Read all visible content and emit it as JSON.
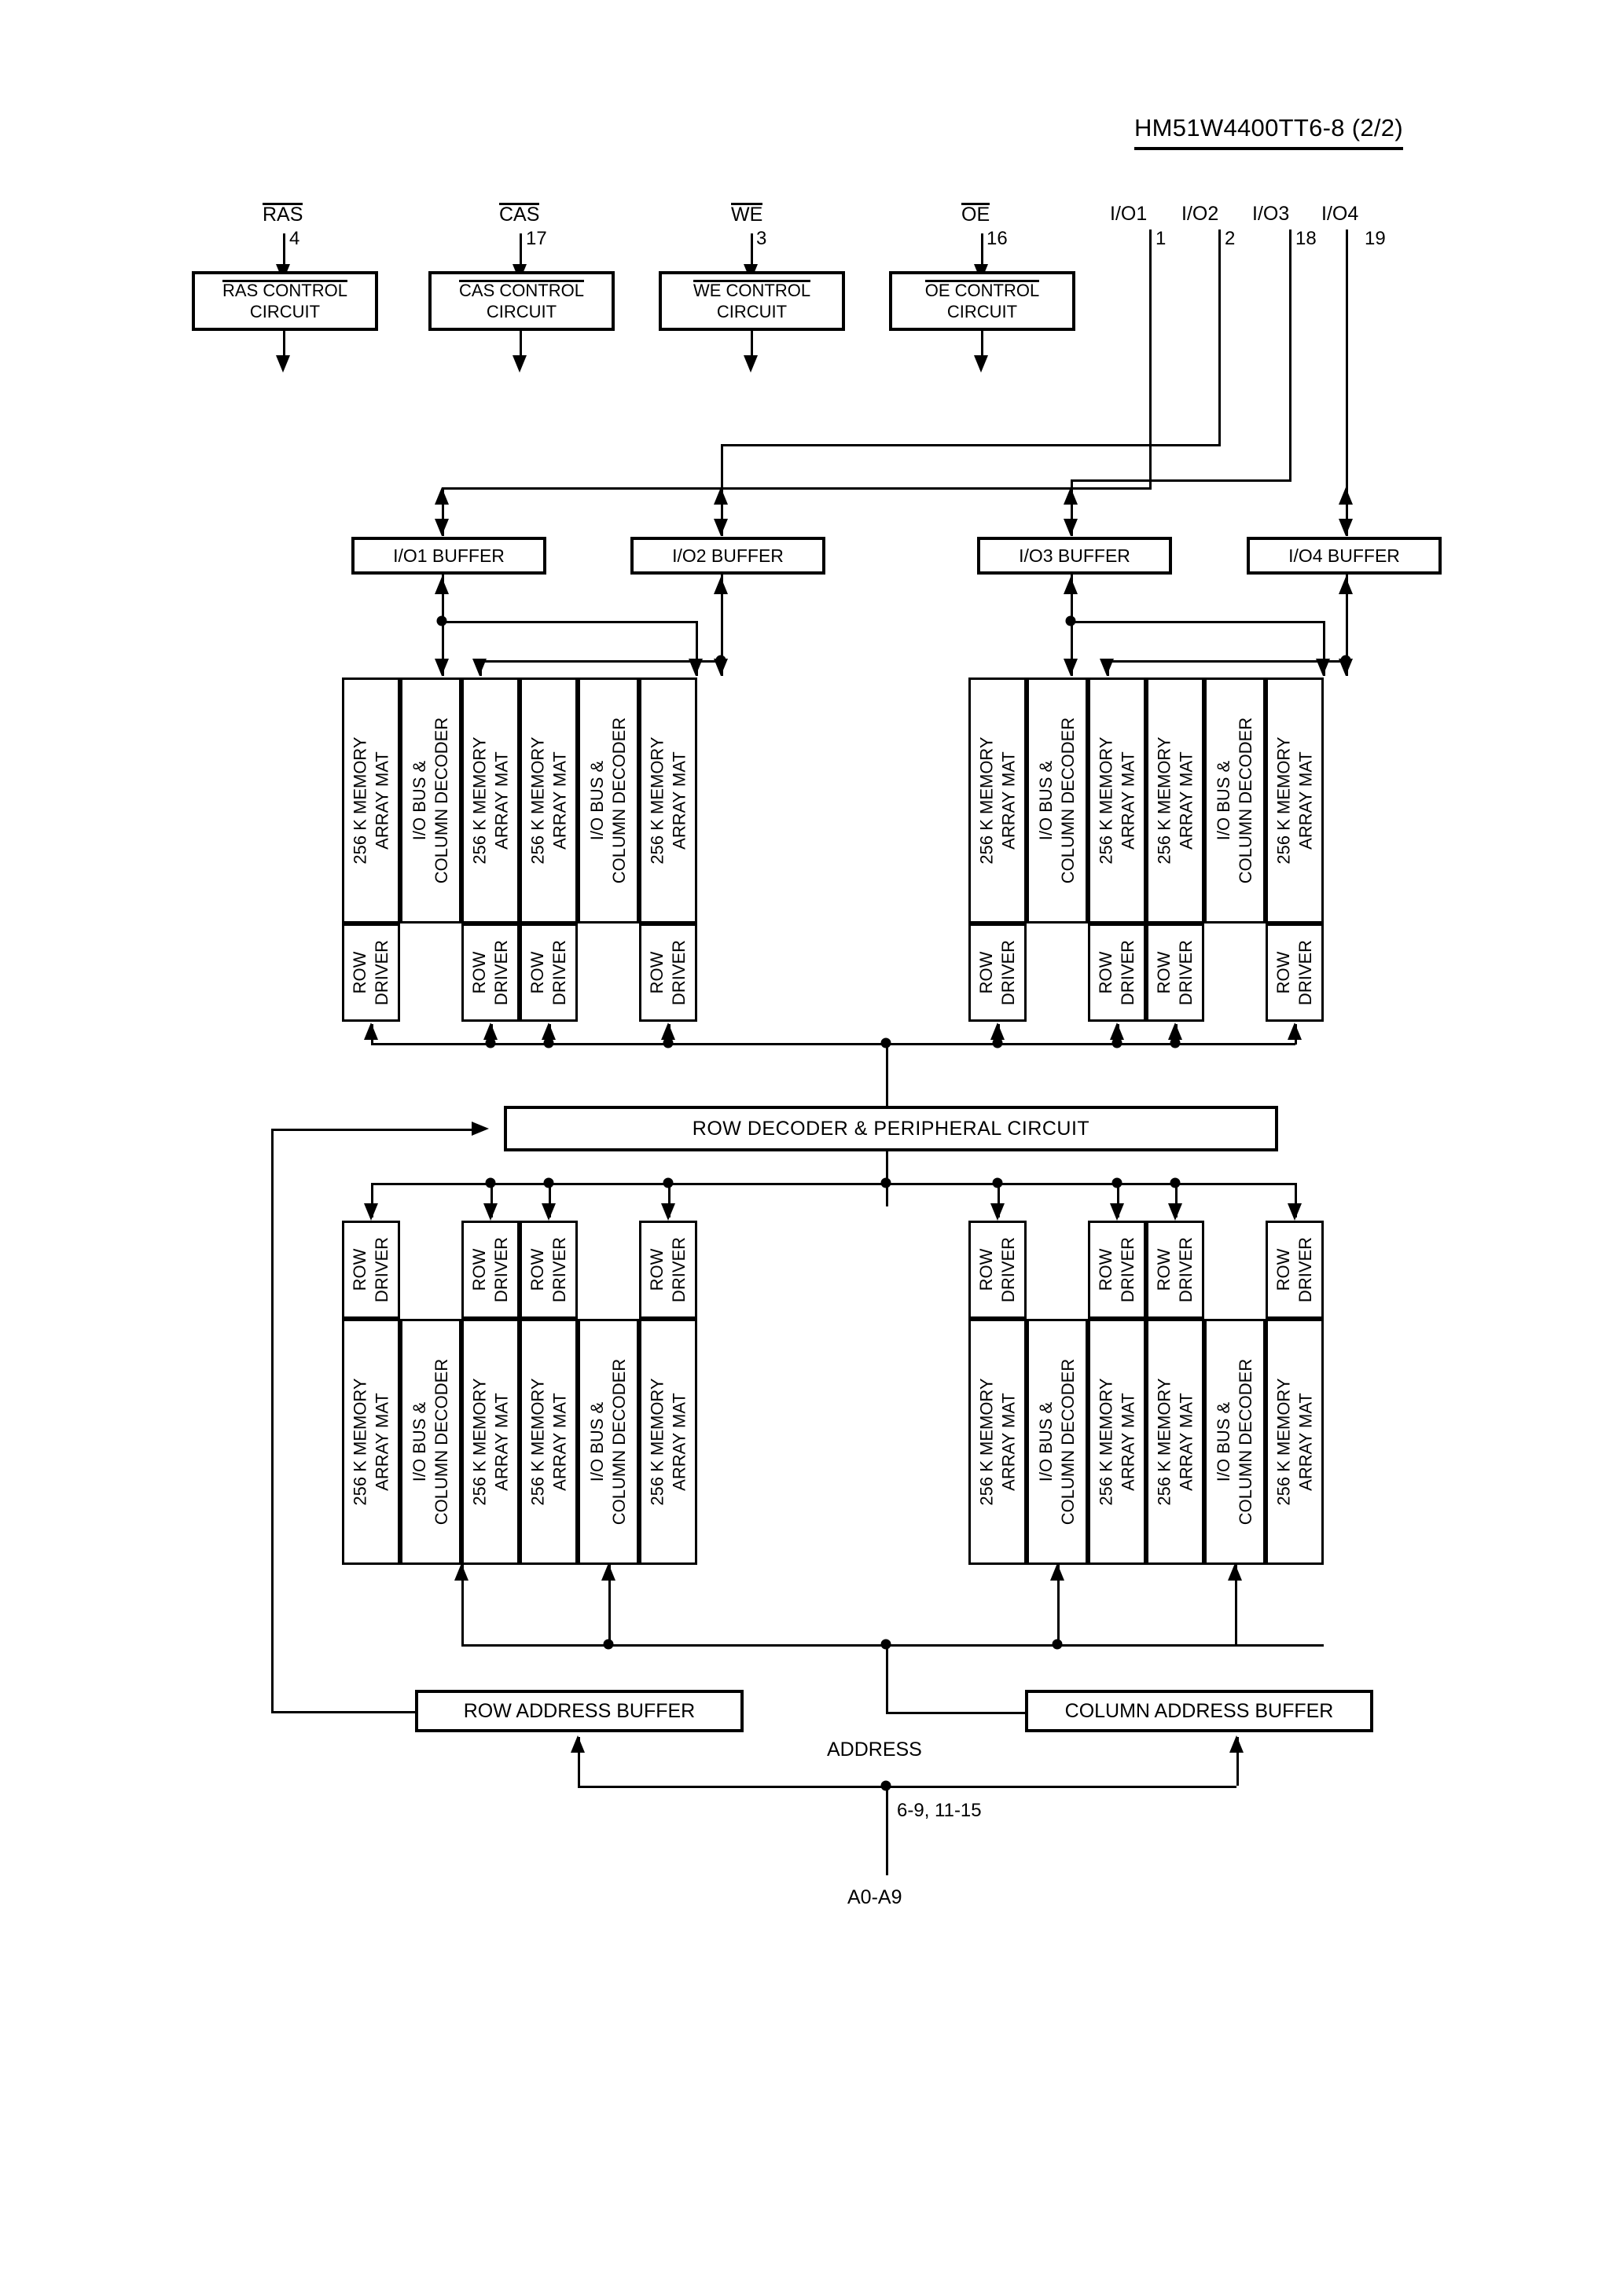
{
  "title": "HM51W4400TT6-8 (2/2)",
  "control_circuits": [
    {
      "signal": "RAS",
      "overline": true,
      "pin": "4",
      "label_line1": "RAS CONTROL",
      "label_line2": "CIRCUIT"
    },
    {
      "signal": "CAS",
      "overline": true,
      "pin": "17",
      "label_line1": "CAS CONTROL",
      "label_line2": "CIRCUIT"
    },
    {
      "signal": "WE",
      "overline": true,
      "pin": "3",
      "label_line1": "WE CONTROL",
      "label_line2": "CIRCUIT"
    },
    {
      "signal": "OE",
      "overline": true,
      "pin": "16",
      "label_line1": "OE CONTROL",
      "label_line2": "CIRCUIT"
    }
  ],
  "io_pins": [
    {
      "name": "I/O1",
      "pin": "1"
    },
    {
      "name": "I/O2",
      "pin": "2"
    },
    {
      "name": "I/O3",
      "pin": "18"
    },
    {
      "name": "I/O4",
      "pin": "19"
    }
  ],
  "io_buffers": [
    {
      "label": "I/O1 BUFFER"
    },
    {
      "label": "I/O2 BUFFER"
    },
    {
      "label": "I/O3 BUFFER"
    },
    {
      "label": "I/O4 BUFFER"
    }
  ],
  "blocks": {
    "memory_mat_label_line1": "256 K MEMORY",
    "memory_mat_label_line2": "ARRAY MAT",
    "io_bus_label_line1": "I/O BUS &",
    "io_bus_label_line2": "COLUMN DECODER",
    "row_driver_label_line1": "ROW",
    "row_driver_label_line2": "DRIVER",
    "column_order": [
      "mat",
      "iobus",
      "mat",
      "mat",
      "iobus",
      "mat"
    ],
    "quadrants": [
      "top-left",
      "top-right",
      "bottom-left",
      "bottom-right"
    ]
  },
  "row_decoder": {
    "label": "ROW DECODER & PERIPHERAL CIRCUIT"
  },
  "address": {
    "row_buffer_label": "ROW ADDRESS BUFFER",
    "column_buffer_label": "COLUMN ADDRESS BUFFER",
    "bus_label": "ADDRESS",
    "pins": "6-9, 11-15",
    "signal_range": "A0-A9"
  },
  "colors": {
    "ink": "#000000",
    "paper": "#ffffff"
  }
}
